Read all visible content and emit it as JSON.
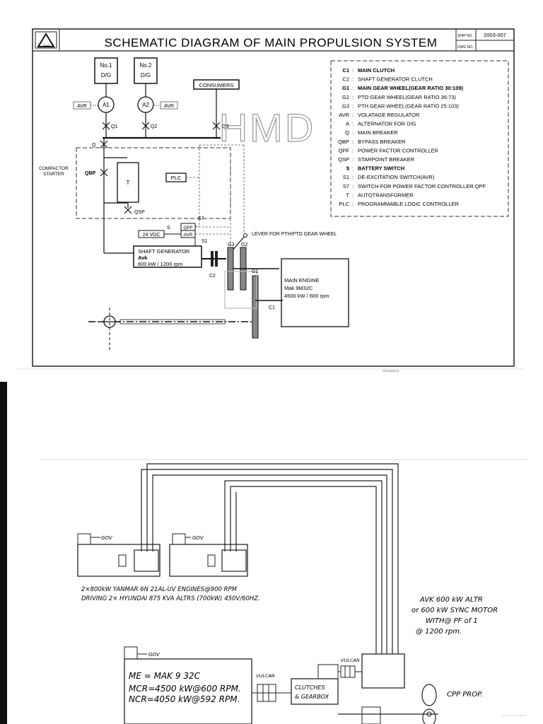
{
  "sheet1": {
    "logo_text": "HMD",
    "title": "SCHEMATIC DIAGRAM OF MAIN PROPULSION SYSTEM",
    "ship_no_label": "SHIP NO.",
    "ship_no_value": "2003-007",
    "dwg_no_label": "DWG NO.",
    "watermark": "HMD",
    "footer_code": "P33-2000-01",
    "dg1_line1": "No.1",
    "dg1_line2": "D/G",
    "dg2_line1": "No.2",
    "dg2_line2": "D/G",
    "consumers": "CONSUMERS",
    "avr_left": "AVR",
    "a1": "A1",
    "a2": "A2",
    "avr_right": "AVR",
    "q1": "Q1",
    "q2": "Q2",
    "q3": "Q3",
    "q": "Q",
    "compactor_line1": "COMPACTOR",
    "compactor_line2": "STARTER",
    "qbp": "QBP",
    "t": "T",
    "qsp": "QSP",
    "plc": "PLC",
    "s7": "S7",
    "s": "S",
    "qpf": "QPF",
    "vdc": "24 VDC",
    "avr_box": "AVR",
    "s1": "S1",
    "lever": "LEVER FOR PTH/PTO GEAR WHEEL",
    "shaftgen_line1": "SHAFT GENERATOR",
    "shaftgen_line2": "Avk",
    "shaftgen_line3": "600 kW / 1200 rpm",
    "g3": "G3",
    "g2": "G2",
    "g1": "G1",
    "c2": "C2",
    "c1": "C1",
    "me_line1": "MAIN ENGINE",
    "me_line2": "Mak 9M32C",
    "me_line3": "4500 kW / 600 rpm",
    "legend": [
      {
        "code": "C1",
        "desc": "MAIN CLUTCH",
        "bold": true
      },
      {
        "code": "C2",
        "desc": "SHAFT GENERATOR CLUTCH",
        "bold": false
      },
      {
        "code": "G1",
        "desc": "MAIN GEAR WHEEL(GEAR RATIO 30:109)",
        "bold": true
      },
      {
        "code": "G2",
        "desc": "PTO GEAR WHEEL(GEAR RATIO 36:73)",
        "bold": false
      },
      {
        "code": "G3",
        "desc": "PTH GEAR WHEEL(GEAR RATIO 25:103)",
        "bold": false
      },
      {
        "code": "AVR",
        "desc": "VOLATAGE REGULATOR",
        "bold": false
      },
      {
        "code": "A",
        "desc": "ALTERNATOR FOR D/G",
        "bold": false
      },
      {
        "code": "Q",
        "desc": "MAIN BREAKER",
        "bold": false
      },
      {
        "code": "QBP",
        "desc": "BYPASS BREAKER",
        "bold": false
      },
      {
        "code": "QPF",
        "desc": "POWER FACTOR CONTROLLER",
        "bold": false
      },
      {
        "code": "QSP",
        "desc": "STARPOINT BREAKER",
        "bold": false
      },
      {
        "code": "$",
        "desc": "BATTERY SWITCH",
        "bold": true
      },
      {
        "code": "S1",
        "desc": "DE-EXCITATION SWITCH(AVR)",
        "bold": false
      },
      {
        "code": "S7",
        "desc": "SWITCH FOR POWER FACTOR CONTROLLER QPF",
        "bold": false
      },
      {
        "code": "T",
        "desc": "AUTOTRANSFORMER",
        "bold": false
      },
      {
        "code": "PLC",
        "desc": "PROGRAMMABLE LOGIC CONTROLLER",
        "bold": false
      }
    ]
  },
  "sheet2": {
    "gov1": "GOV",
    "gov2": "GOV",
    "gov3": "GOV",
    "engines_line1": "2×800kW YANMAR 6N 21AL-UV ENGINES@900 RPM",
    "engines_line2": "DRIVING 2× HYUNDAI 875 KVA ALTRS (700kW) 450V/60HZ.",
    "avk_line1": "AVK 600 kW ALTR",
    "avk_line2": "or 600 kW SYNC MOTOR",
    "avk_line3": "WITH@ PF of 1",
    "avk_line4": "@ 1200 rpm.",
    "me_line1": "ME = MAK 9 32C",
    "me_line2": "MCR=4500 kW@600 RPM.",
    "me_line3": "NCR=4050 kW@592 RPM.",
    "vulcan1": "VULCAN",
    "vulcan2": "VULCAN",
    "clutch_line1": "CLUTCHES",
    "clutch_line2": "& GEARBOX",
    "prop": "CPP PROP."
  }
}
